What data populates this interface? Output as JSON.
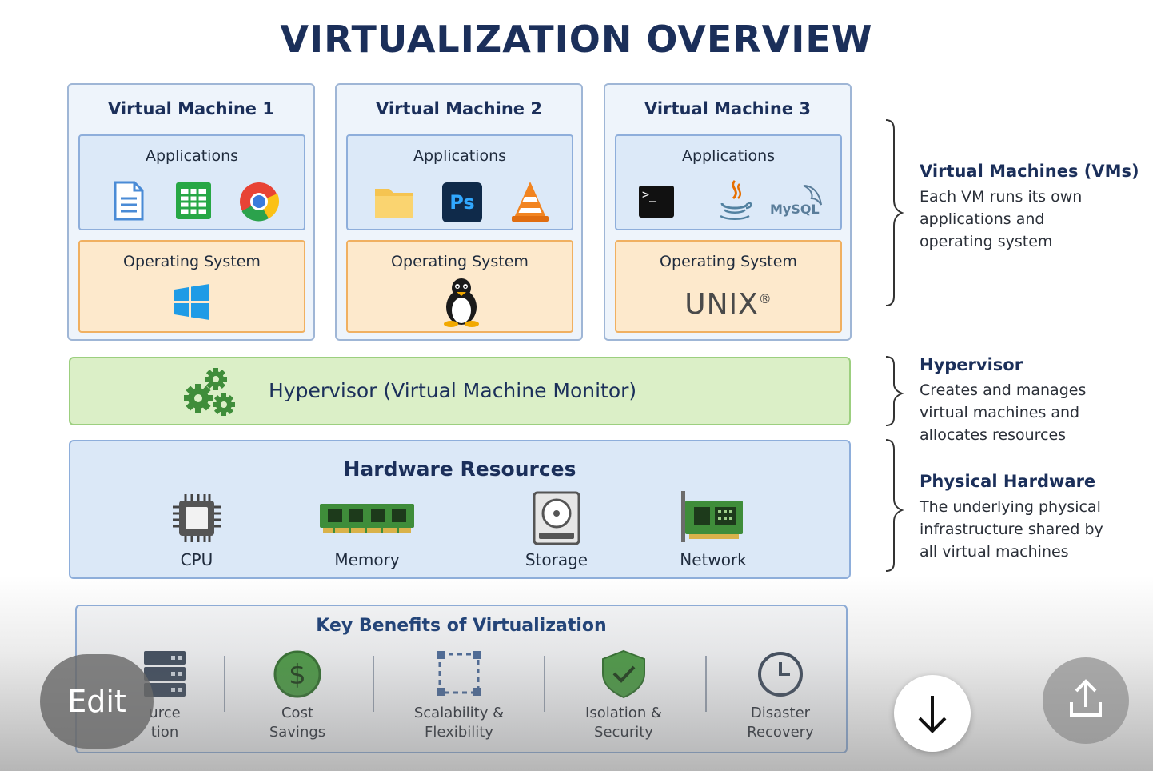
{
  "title": "VIRTUALIZATION OVERVIEW",
  "vms": [
    {
      "title": "Virtual Machine 1",
      "apps_label": "Applications",
      "os_label": "Operating System"
    },
    {
      "title": "Virtual Machine 2",
      "apps_label": "Applications",
      "os_label": "Operating System"
    },
    {
      "title": "Virtual Machine 3",
      "apps_label": "Applications",
      "os_label": "Operating System",
      "os_text": "UNIX",
      "os_mark": "®"
    }
  ],
  "app_icons": {
    "vm1": [
      "document-icon",
      "spreadsheet-icon",
      "chrome-icon"
    ],
    "vm2": [
      "folder-icon",
      "photoshop-icon",
      "vlc-icon"
    ],
    "vm3": [
      "terminal-icon",
      "java-icon",
      "mysql-icon"
    ]
  },
  "app_icon_text": {
    "photoshop": "Ps",
    "terminal": ">_",
    "mysql": "MySQL"
  },
  "os_icons": [
    "windows-icon",
    "linux-tux-icon",
    "unix-text"
  ],
  "hypervisor": {
    "label": "Hypervisor (Virtual Machine Monitor)",
    "icon": "gears-icon"
  },
  "hardware": {
    "title": "Hardware Resources",
    "items": [
      {
        "label": "CPU",
        "icon": "cpu-icon"
      },
      {
        "label": "Memory",
        "icon": "memory-icon"
      },
      {
        "label": "Storage",
        "icon": "storage-icon"
      },
      {
        "label": "Network",
        "icon": "network-card-icon"
      }
    ]
  },
  "annotations": [
    {
      "title": "Virtual Machines (VMs)",
      "lines": [
        "Each VM runs its own",
        "applications and",
        "operating system"
      ]
    },
    {
      "title": "Hypervisor",
      "lines": [
        "Creates and manages",
        "virtual machines and",
        "allocates resources"
      ]
    },
    {
      "title": "Physical Hardware",
      "lines": [
        "The underlying physical",
        "infrastructure shared by",
        "all virtual machines"
      ]
    }
  ],
  "benefits": {
    "title": "Key Benefits of Virtualization",
    "items": [
      {
        "line1": "urce",
        "line2": "tion",
        "icon": "server-icon"
      },
      {
        "line1": "Cost",
        "line2": "Savings",
        "icon": "dollar-icon"
      },
      {
        "line1": "Scalability &",
        "line2": "Flexibility",
        "icon": "scale-icon"
      },
      {
        "line1": "Isolation &",
        "line2": "Security",
        "icon": "shield-check-icon"
      },
      {
        "line1": "Disaster",
        "line2": "Recovery",
        "icon": "clock-icon"
      }
    ]
  },
  "controls": {
    "edit_label": "Edit",
    "download_icon": "arrow-down-icon",
    "share_icon": "share-upload-icon"
  },
  "colors": {
    "title": "#1b2f5a",
    "vm_bg": "#eef4fb",
    "apps_bg": "#dce9f8",
    "os_bg": "#fde9cc",
    "hypervisor_bg": "#dbefc7",
    "hardware_bg": "#dbe8f7",
    "accent_green": "#3f8d3a"
  }
}
